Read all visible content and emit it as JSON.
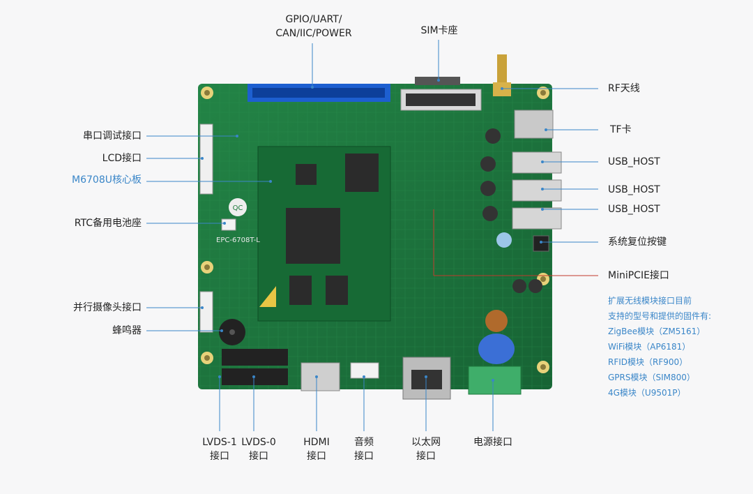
{
  "labels": {
    "gpio": "GPIO/UART/\nCAN/IIC/POWER",
    "sim": "SIM卡座",
    "rf": "RF天线",
    "tf": "TF卡",
    "usb1": "USB_HOST",
    "usb2": "USB_HOST",
    "usb3": "USB_HOST",
    "reset": "系统复位按键",
    "minipcie": "MiniPCIE接口",
    "serial": "串口调试接口",
    "lcd": "LCD接口",
    "core": "M6708U核心板",
    "rtc": "RTC备用电池座",
    "camera": "并行摄像头接口",
    "buzzer": "蜂鸣器",
    "lvds1": "LVDS-1\n接口",
    "lvds0": "LVDS-0\n接口",
    "hdmi": "HDMI\n接口",
    "audio": "音频\n接口",
    "ethernet": "以太网\n接口",
    "power": "电源接口"
  },
  "note": [
    "扩展无线模块接口目前",
    "支持的型号和提供的固件有:",
    "ZigBee模块（ZM5161）",
    "WiFi模块（AP6181）",
    "RFID模块（RF900）",
    "GPRS模块（SIM800）",
    "4G模块（U9501P）"
  ],
  "board": {
    "model_text": "EPC-6708T-L",
    "qc_text": "QC"
  },
  "colors": {
    "pcb": "#1f7a3e",
    "pcb_dark": "#15602f",
    "blue_header": "#1d5fd0",
    "leader_blue": "#3a86c8",
    "leader_red": "#c0392b",
    "text_blue": "#3a86c8"
  }
}
